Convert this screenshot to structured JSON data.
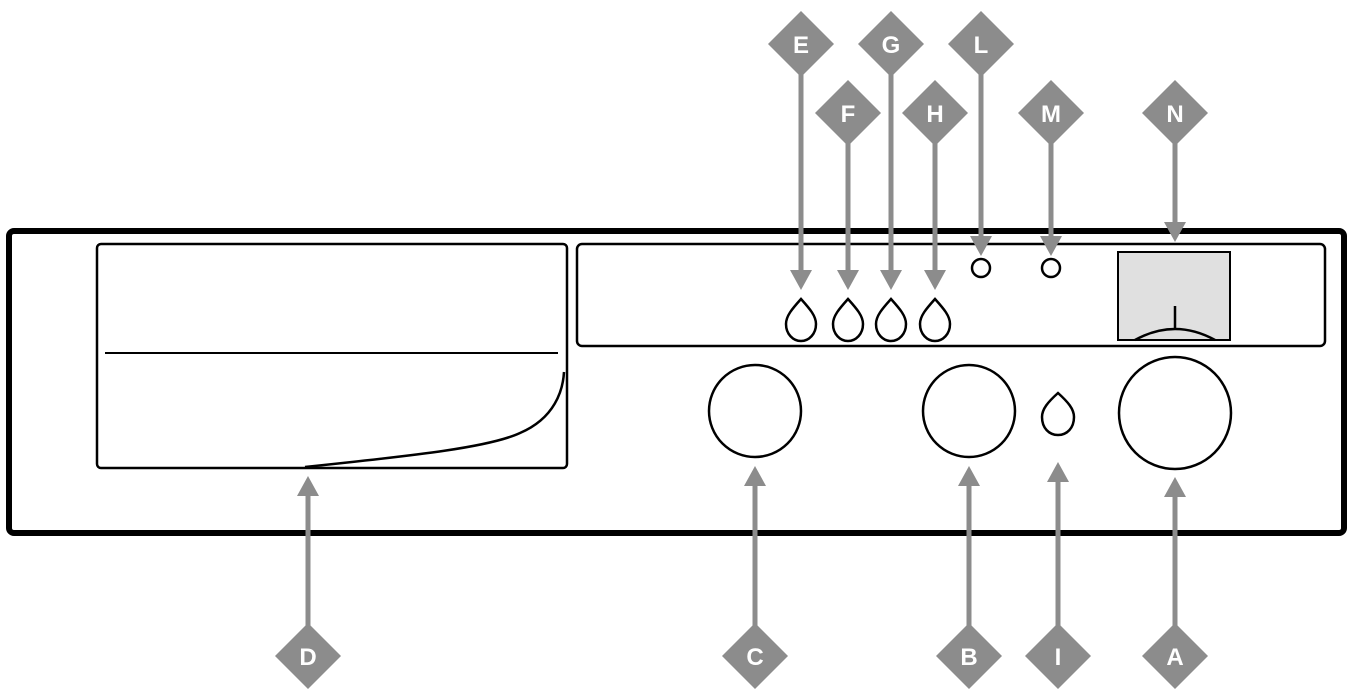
{
  "colors": {
    "outline": "#000000",
    "callout": "#8c8c8c",
    "callout_text": "#ffffff",
    "display_fill": "#e0e0e0",
    "background": "#ffffff"
  },
  "callouts": [
    {
      "letter": "E",
      "target": "indicator-lamp-e"
    },
    {
      "letter": "F",
      "target": "indicator-lamp-f"
    },
    {
      "letter": "G",
      "target": "indicator-lamp-g"
    },
    {
      "letter": "H",
      "target": "indicator-lamp-h"
    },
    {
      "letter": "L",
      "target": "indicator-light-l"
    },
    {
      "letter": "M",
      "target": "indicator-light-m"
    },
    {
      "letter": "N",
      "target": "display-window-n"
    },
    {
      "letter": "D",
      "target": "door-handle-d"
    },
    {
      "letter": "C",
      "target": "knob-c"
    },
    {
      "letter": "B",
      "target": "knob-b"
    },
    {
      "letter": "I",
      "target": "button-i"
    },
    {
      "letter": "A",
      "target": "knob-a"
    }
  ]
}
